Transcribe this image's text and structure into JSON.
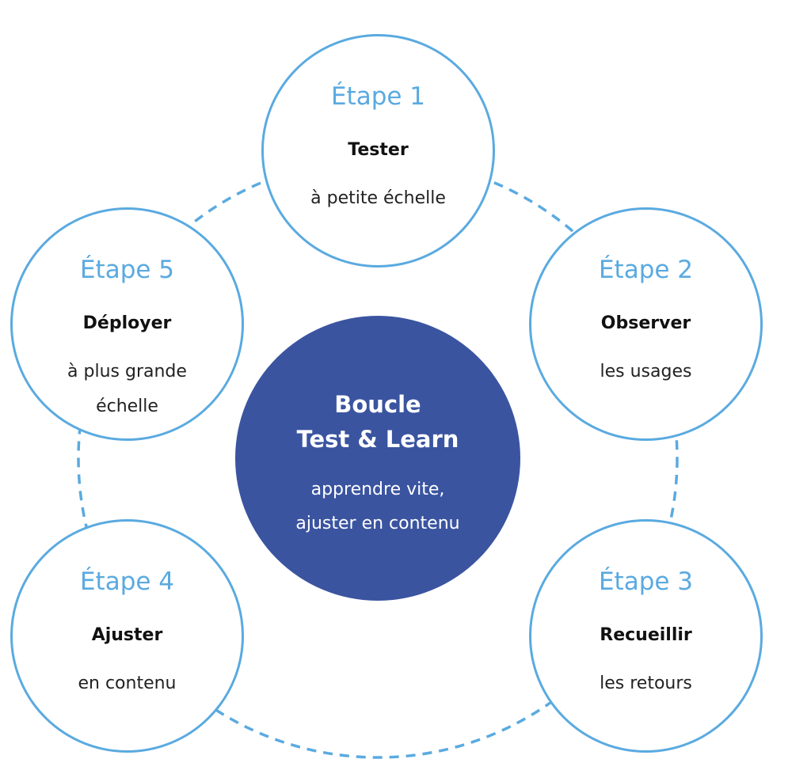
{
  "center": {
    "title_line1": "Boucle",
    "title_line2": "Test & Learn",
    "desc_line1": "apprendre vite,",
    "desc_line2": "ajuster en contenu"
  },
  "steps": [
    {
      "label": "Étape 1",
      "title": "Tester",
      "desc_line1": "à petite échelle",
      "desc_line2": ""
    },
    {
      "label": "Étape 2",
      "title": "Observer",
      "desc_line1": "les usages",
      "desc_line2": ""
    },
    {
      "label": "Étape 3",
      "title": "Recueillir",
      "desc_line1": "les retours",
      "desc_line2": ""
    },
    {
      "label": "Étape 4",
      "title": "Ajuster",
      "desc_line1": "en contenu",
      "desc_line2": ""
    },
    {
      "label": "Étape 5",
      "title": "Déployer",
      "desc_line1": "à plus grande",
      "desc_line2": "échelle"
    }
  ],
  "colors": {
    "accent_blue": "#5aaae0",
    "center_fill": "#3a54a0",
    "title_text": "#111111",
    "center_text": "#ffffff"
  }
}
